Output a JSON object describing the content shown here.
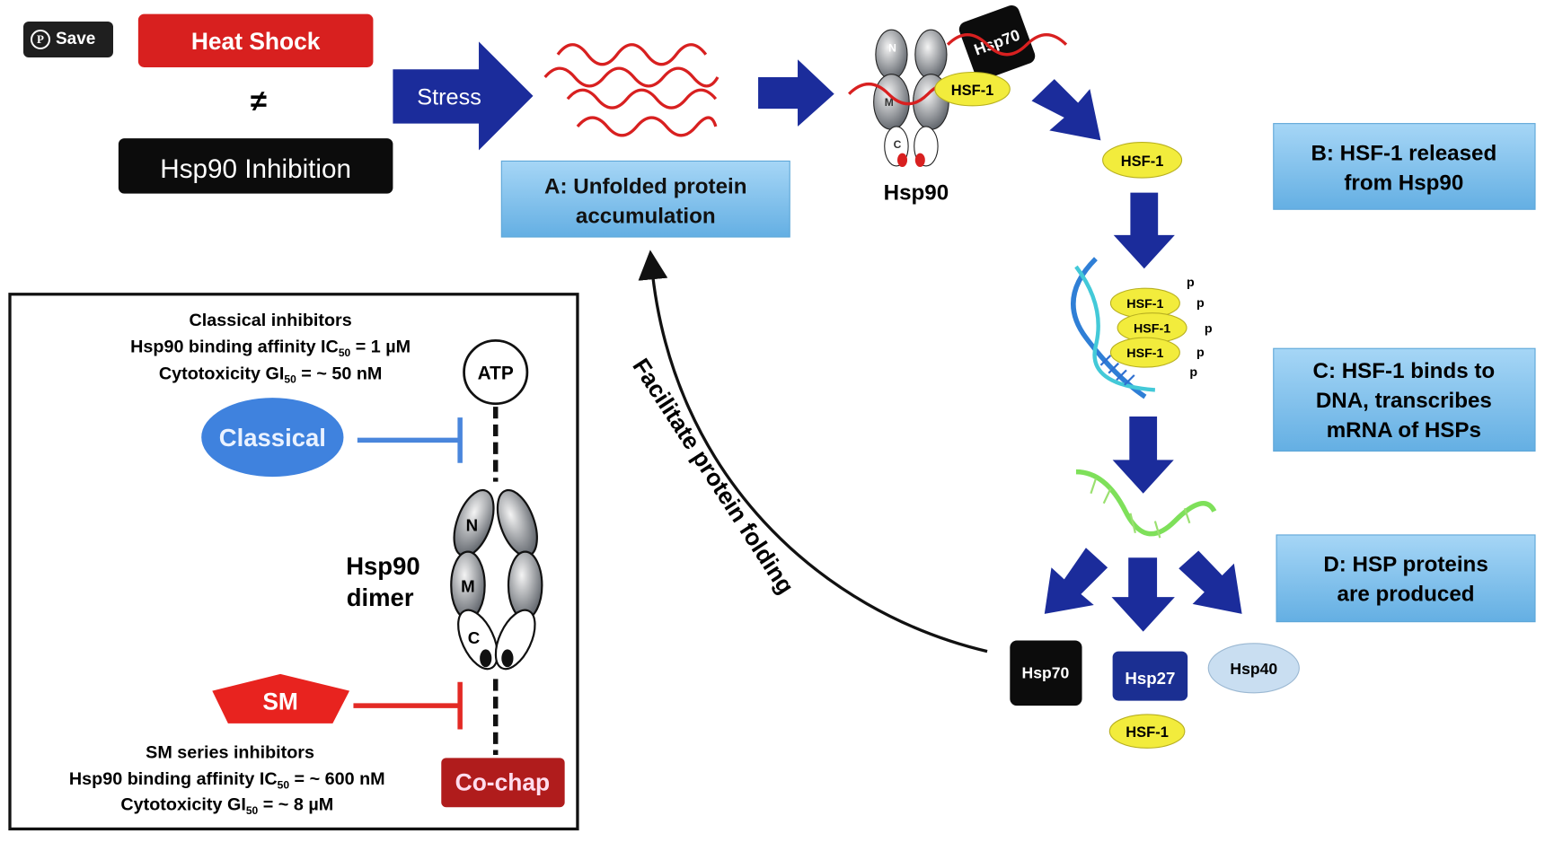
{
  "save_button": {
    "label": "Save",
    "icon": "pinterest-icon"
  },
  "top": {
    "heat_shock": "Heat Shock",
    "not_equal": "≠",
    "hsp90_inhibition": "Hsp90 Inhibition",
    "stress": "Stress"
  },
  "steps": {
    "a": [
      "A: Unfolded protein",
      "accumulation"
    ],
    "b": [
      "B: HSF-1 released",
      "from Hsp90"
    ],
    "c": [
      "C: HSF-1 binds to",
      "DNA, transcribes",
      "mRNA of HSPs"
    ],
    "d": [
      "D: HSP proteins",
      "are produced"
    ]
  },
  "complex": {
    "hsp90_label": "Hsp90",
    "hsp70": "Hsp70",
    "hsf1": "HSF-1",
    "domain_n": "N",
    "domain_m": "M",
    "domain_c": "C"
  },
  "released_hsf1": "HSF-1",
  "dna_bound": {
    "hsf1": [
      "HSF-1",
      "HSF-1",
      "HSF-1"
    ],
    "phospho": "p"
  },
  "products": {
    "hsp70": "Hsp70",
    "hsp27": "Hsp27",
    "hsp40": "Hsp40",
    "hsf1": "HSF-1"
  },
  "feedback_label": "Facilitate protein folding",
  "inset": {
    "classical_title": "Classical inhibitors",
    "classical_ic50": {
      "pre": "Hsp90 binding affinity IC",
      "sub": "50",
      "post": " = 1 µM"
    },
    "classical_gi50": {
      "pre": "Cytotoxicity GI",
      "sub": "50",
      "post": " = ~ 50 nM"
    },
    "atp": "ATP",
    "classical": "Classical",
    "dimer": [
      "Hsp90",
      "dimer"
    ],
    "domains": [
      "N",
      "M",
      "C"
    ],
    "sm": "SM",
    "sm_title": "SM series inhibitors",
    "sm_ic50": {
      "pre": "Hsp90 binding affinity IC",
      "sub": "50",
      "post": " = ~ 600 nM"
    },
    "sm_gi50": {
      "pre": "Cytotoxicity GI",
      "sub": "50",
      "post": " = ~ 8 µM"
    },
    "cochap": "Co-chap"
  },
  "colors": {
    "arrow_blue": "#1b2c9b",
    "heat_red": "#d8201f",
    "step_box": "#7cbfeb",
    "hsf_yellow": "#f2ec3c",
    "classical_blue": "#3f82de",
    "sm_red": "#e8231f",
    "cochap_red": "#b01c1c",
    "hsp27_navy": "#1b2f92",
    "hsp40_light": "#c9def1"
  }
}
